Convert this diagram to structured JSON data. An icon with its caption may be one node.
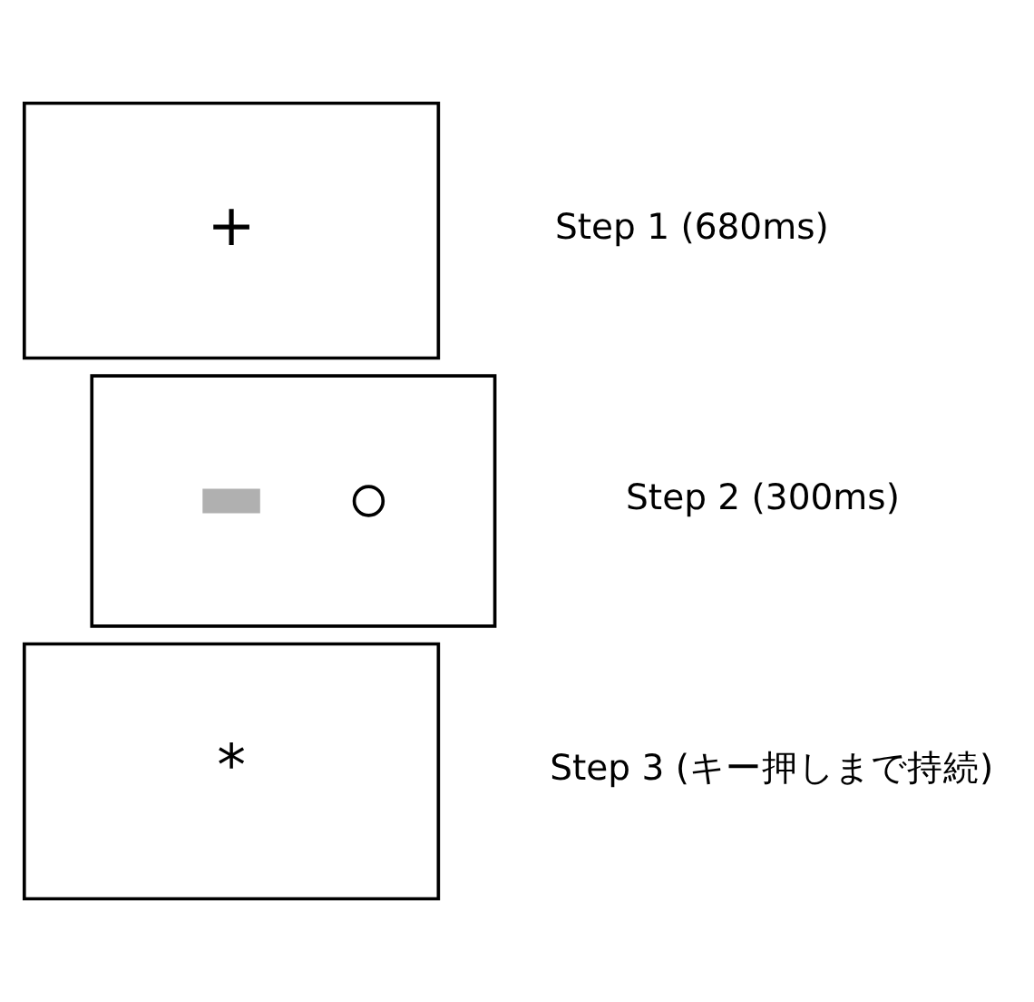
{
  "diagram": {
    "nodes": [
      {
        "text": [
          "+"
        ],
        "beside": [
          "Step 1 (680ms)"
        ]
      },
      {
        "text": [],
        "shape": "box",
        "beside": [
          "Step 2 (300ms)"
        ]
      },
      {
        "text": [],
        "shape": "bar",
        "in": 1
      },
      {
        "text": [],
        "shape": "circle",
        "in": 1
      },
      {
        "text": [
          "*"
        ],
        "beside": [
          "Step 3 (キー押しまで持続)"
        ]
      }
    ],
    "edges": []
  }
}
